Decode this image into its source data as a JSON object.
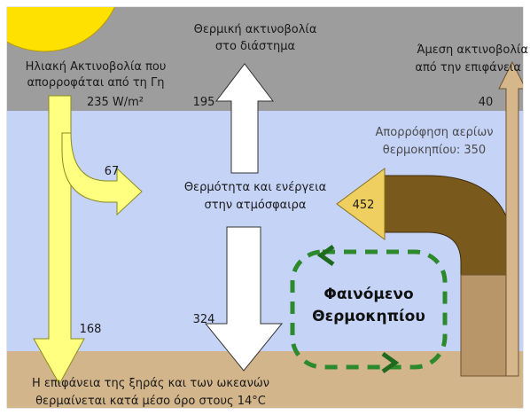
{
  "labels": {
    "absorbed_line1": "Ηλιακή Ακτινοβολία που",
    "absorbed_line2": "απορροφάται από τη Γη",
    "absorbed_value": "235 W/m²",
    "thermal_space_line1": "Θερμική ακτινοβολία",
    "thermal_space_line2": "στο διάστημα",
    "thermal_space_value": "195",
    "direct_line1": "Άμεση ακτινοβολία",
    "direct_line2": "από την επιφάνεια",
    "direct_value": "40",
    "greenhouse_absorb_line1": "Απορρόφηση αερίων",
    "greenhouse_absorb_line2": "θερμοκηπίου: 350",
    "atm_heat_line1": "Θερμότητα και ενέργεια",
    "atm_heat_line2": "στην ατμόσφαιρα",
    "value_67": "67",
    "value_452": "452",
    "value_168": "168",
    "value_324": "324",
    "effect_line1": "Φαινόμενο",
    "effect_line2": "Θερμοκηπίου",
    "surface_line1": "Η επιφάνεια της ξηράς και των ωκεανών",
    "surface_line2": "θερμαίνεται κατά μέσο όρο στους 14°C"
  },
  "colors": {
    "space": "#9d9d9d",
    "atmosphere": "#c5d3f7",
    "surface": "#d3b58b",
    "sun": "#ffe100",
    "solar_arrow": "#ffff80",
    "white_arrow": "#ffffff",
    "greenhouse_dark": "#7a5a1c",
    "greenhouse_light": "#b9966a",
    "dashed_green": "#2c8a2c"
  }
}
